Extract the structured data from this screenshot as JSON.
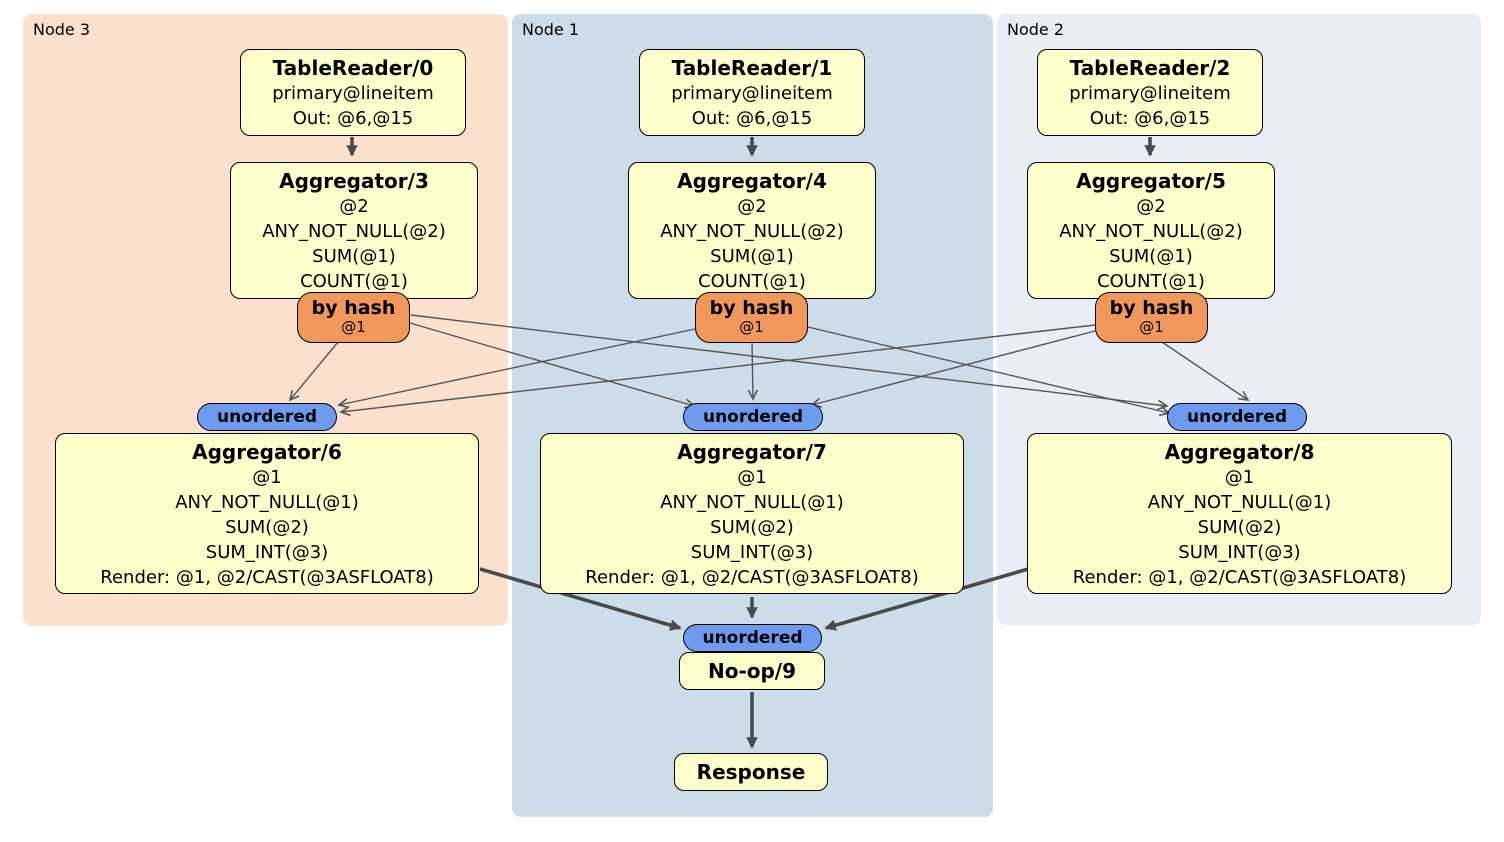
{
  "panels": [
    {
      "label": "Node 3"
    },
    {
      "label": "Node 1"
    },
    {
      "label": "Node 2"
    }
  ],
  "processors": {
    "tr0": {
      "title": "TableReader/0",
      "lines": [
        "primary@lineitem",
        "Out: @6,@15"
      ]
    },
    "tr1": {
      "title": "TableReader/1",
      "lines": [
        "primary@lineitem",
        "Out: @6,@15"
      ]
    },
    "tr2": {
      "title": "TableReader/2",
      "lines": [
        "primary@lineitem",
        "Out: @6,@15"
      ]
    },
    "agg3": {
      "title": "Aggregator/3",
      "lines": [
        "@2",
        "ANY_NOT_NULL(@2)",
        "SUM(@1)",
        "COUNT(@1)"
      ]
    },
    "agg4": {
      "title": "Aggregator/4",
      "lines": [
        "@2",
        "ANY_NOT_NULL(@2)",
        "SUM(@1)",
        "COUNT(@1)"
      ]
    },
    "agg5": {
      "title": "Aggregator/5",
      "lines": [
        "@2",
        "ANY_NOT_NULL(@2)",
        "SUM(@1)",
        "COUNT(@1)"
      ]
    },
    "agg6": {
      "title": "Aggregator/6",
      "lines": [
        "@1",
        "ANY_NOT_NULL(@1)",
        "SUM(@2)",
        "SUM_INT(@3)",
        "Render: @1, @2/CAST(@3ASFLOAT8)"
      ]
    },
    "agg7": {
      "title": "Aggregator/7",
      "lines": [
        "@1",
        "ANY_NOT_NULL(@1)",
        "SUM(@2)",
        "SUM_INT(@3)",
        "Render: @1, @2/CAST(@3ASFLOAT8)"
      ]
    },
    "agg8": {
      "title": "Aggregator/8",
      "lines": [
        "@1",
        "ANY_NOT_NULL(@1)",
        "SUM(@2)",
        "SUM_INT(@3)",
        "Render: @1, @2/CAST(@3ASFLOAT8)"
      ]
    },
    "noop9": {
      "title": "No-op/9"
    },
    "response": {
      "title": "Response"
    }
  },
  "routers": [
    {
      "label": "by hash",
      "detail": "@1"
    },
    {
      "label": "by hash",
      "detail": "@1"
    },
    {
      "label": "by hash",
      "detail": "@1"
    }
  ],
  "synchronizers": [
    {
      "label": "unordered"
    },
    {
      "label": "unordered"
    },
    {
      "label": "unordered"
    },
    {
      "label": "unordered"
    }
  ],
  "colors": {
    "node3_bg": "#FBE1CD",
    "node1_bg": "#CCDCE8",
    "node2_bg": "#E9EEF6",
    "box_bg": "#FFFFCC",
    "box_border": "#000000",
    "router_bg": "#F0975C",
    "sync_bg": "#6F9BEF",
    "edge_thin": "#555555",
    "edge_thick": "#4A4A4A",
    "text": "#000000"
  }
}
